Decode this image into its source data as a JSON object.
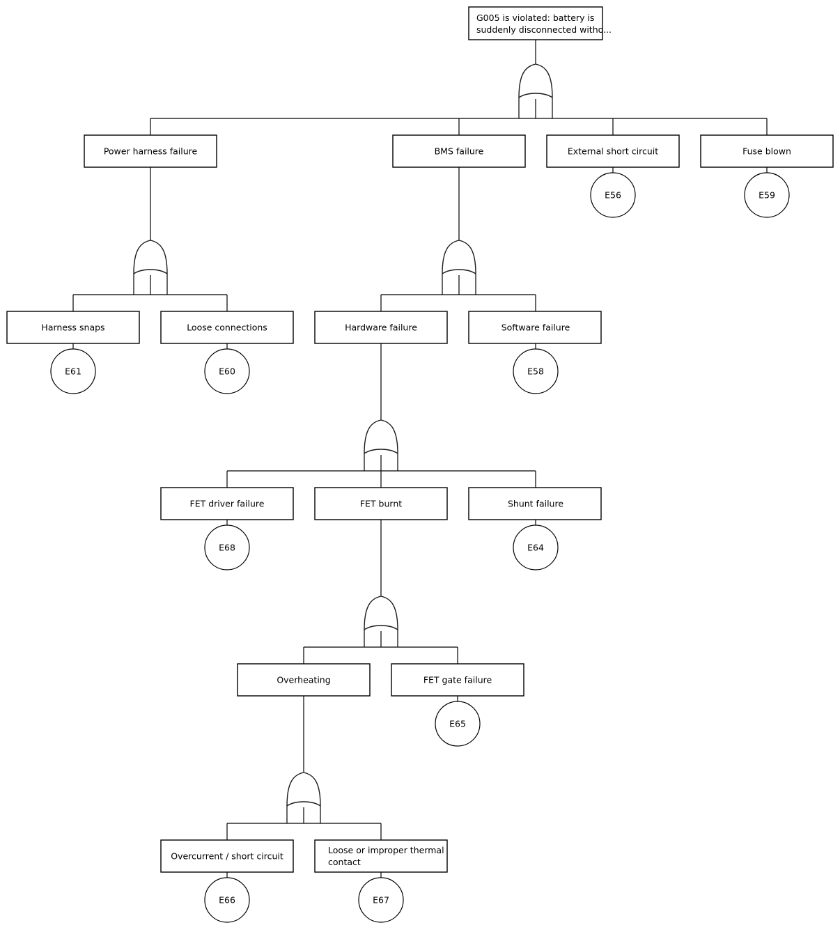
{
  "diagram": {
    "type": "fault-tree",
    "title": "G005 fault tree",
    "gate_type": "OR",
    "background_color": "#ffffff",
    "line_color": "#000000"
  },
  "nodes": {
    "top": {
      "label_line1": "G005 is violated: battery is",
      "label_line2": "suddenly disconnected witho..."
    },
    "power_harness_failure": {
      "label": "Power harness failure"
    },
    "bms_failure": {
      "label": "BMS failure"
    },
    "external_short_circuit": {
      "label": "External short circuit"
    },
    "fuse_blown": {
      "label": "Fuse blown"
    },
    "harness_snaps": {
      "label": "Harness snaps"
    },
    "loose_connections": {
      "label": "Loose connections"
    },
    "hardware_failure": {
      "label": "Hardware failure"
    },
    "software_failure": {
      "label": "Software failure"
    },
    "fet_driver_failure": {
      "label": "FET driver failure"
    },
    "fet_burnt": {
      "label": "FET burnt"
    },
    "shunt_failure": {
      "label": "Shunt failure"
    },
    "overheating": {
      "label": "Overheating"
    },
    "fet_gate_failure": {
      "label": "FET gate failure"
    },
    "overcurrent_short_circuit": {
      "label": "Overcurrent / short circuit"
    },
    "loose_thermal_contact": {
      "label_line1": "Loose or improper thermal",
      "label_line2": "contact"
    }
  },
  "basic_events": {
    "e56": {
      "id": "E56",
      "parent": "External short circuit"
    },
    "e59": {
      "id": "E59",
      "parent": "Fuse blown"
    },
    "e61": {
      "id": "E61",
      "parent": "Harness snaps"
    },
    "e60": {
      "id": "E60",
      "parent": "Loose connections"
    },
    "e58": {
      "id": "E58",
      "parent": "Software failure"
    },
    "e68": {
      "id": "E68",
      "parent": "FET driver failure"
    },
    "e64": {
      "id": "E64",
      "parent": "Shunt failure"
    },
    "e65": {
      "id": "E65",
      "parent": "FET gate failure"
    },
    "e66": {
      "id": "E66",
      "parent": "Overcurrent / short circuit"
    },
    "e67": {
      "id": "E67",
      "parent": "Loose or improper thermal contact"
    }
  },
  "gates": {
    "g_top": {
      "type": "OR",
      "parent": "top"
    },
    "g_power_harness": {
      "type": "OR",
      "parent": "Power harness failure"
    },
    "g_bms": {
      "type": "OR",
      "parent": "BMS failure"
    },
    "g_hardware": {
      "type": "OR",
      "parent": "Hardware failure"
    },
    "g_fet_burnt": {
      "type": "OR",
      "parent": "FET burnt"
    },
    "g_overheating": {
      "type": "OR",
      "parent": "Overheating"
    }
  }
}
